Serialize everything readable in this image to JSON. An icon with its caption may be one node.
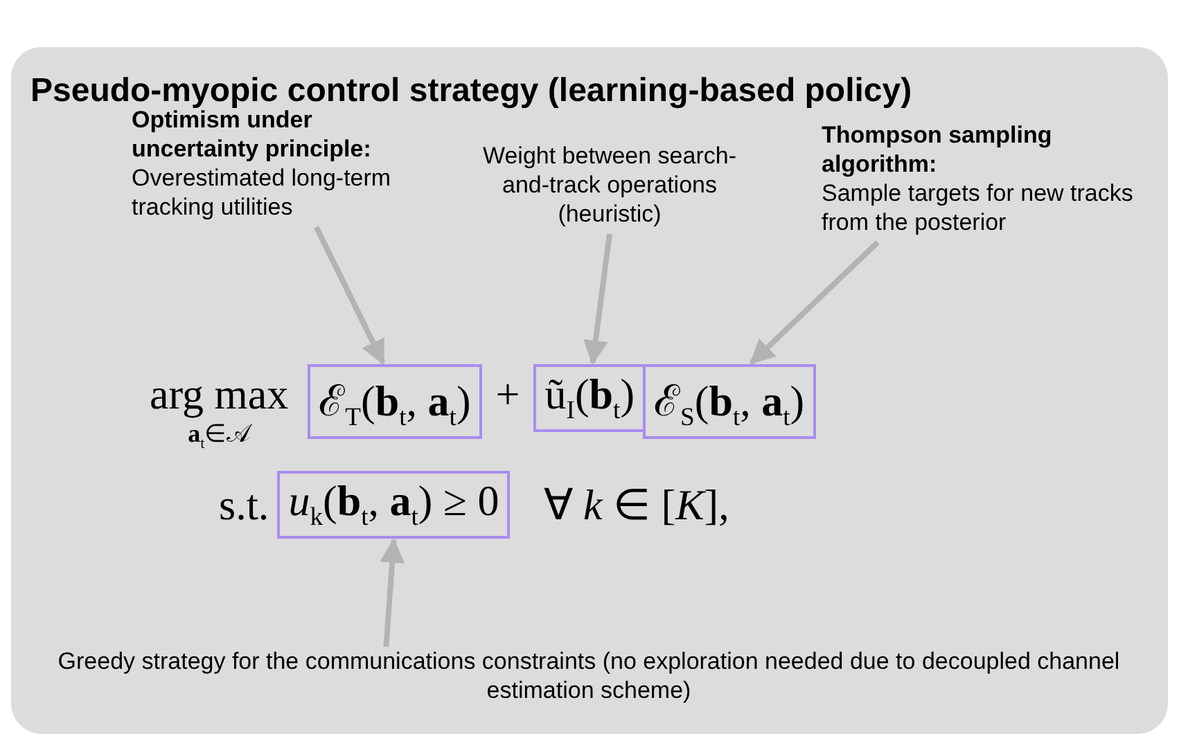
{
  "diagram": {
    "title": "Pseudo-myopic control strategy (learning-based policy)",
    "nodes": [
      {
        "text": [
          "Optimism under uncertainty principle:",
          "Overestimated long-term tracking utilities"
        ]
      },
      {
        "text": [
          "Weight between search-and-track operations (heuristic)"
        ]
      },
      {
        "text": [
          "Thompson sampling algorithm:",
          "Sample targets for new tracks from the posterior"
        ]
      },
      {
        "text": [
          "ℰ$_{T}$(**b**$_{t}$, **a**$_{t}$)"
        ]
      },
      {
        "text": [
          "ũ$_{I}$(**b**$_{t}$)"
        ]
      },
      {
        "text": [
          "ℰ$_{S}$(**b**$_{t}$, **a**$_{t}$)"
        ]
      },
      {
        "text": [
          "*u*$_{k}$(**b**$_{t}$, **a**$_{t}$) ≥ 0"
        ]
      },
      {
        "text": [
          "Greedy strategy for the communications constraints (no exploration needed due to decoupled channel estimation scheme)"
        ]
      }
    ],
    "edges": [
      {
        "from": 0,
        "to": 3,
        "arrow": "to"
      },
      {
        "from": 1,
        "to": 4,
        "arrow": "to"
      },
      {
        "from": 2,
        "to": 5,
        "arrow": "to"
      },
      {
        "from": 7,
        "to": 6,
        "arrow": "to"
      }
    ],
    "labels": [
      "arg max",
      "**a**$_{t}$∈𝒜",
      "+",
      "s.t.",
      "∀ *k* ∈ [*K*],"
    ]
  }
}
